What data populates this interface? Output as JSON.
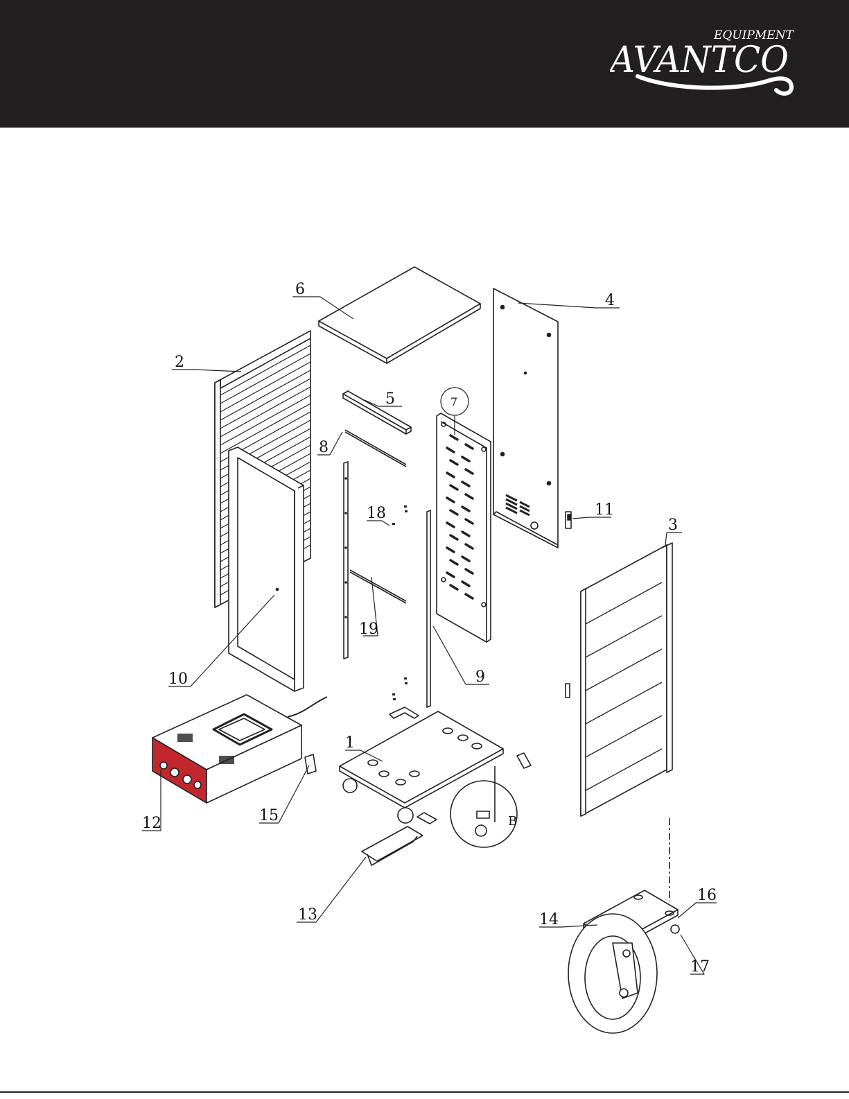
{
  "brand": {
    "name": "AVANTCO",
    "tagline": "EQUIPMENT"
  },
  "colors": {
    "header_bg": "#231f20",
    "line": "#222222",
    "accent_red": "#c1272d"
  },
  "callouts": {
    "c1": "1",
    "c2": "2",
    "c3": "3",
    "c4": "4",
    "c5": "5",
    "c6": "6",
    "c7": "7",
    "c8": "8",
    "c9": "9",
    "c10": "10",
    "c11": "11",
    "c12": "12",
    "c13": "13",
    "c14": "14",
    "c15": "15",
    "c16": "16",
    "c17": "17",
    "c18": "18",
    "c19": "19",
    "detail": "B"
  }
}
